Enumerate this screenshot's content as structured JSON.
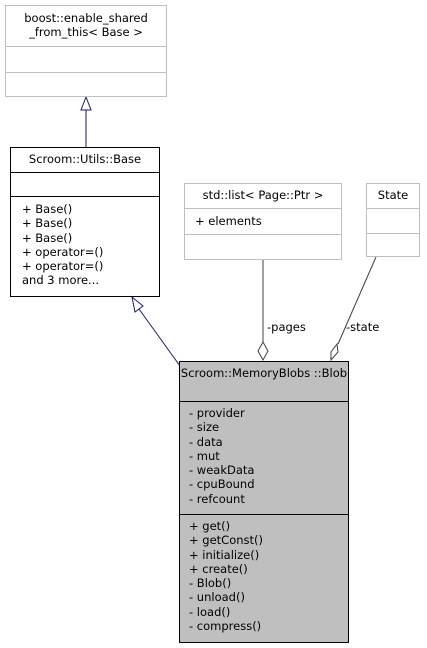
{
  "nodes": {
    "enable_shared": {
      "title": [
        "boost::enable_shared",
        "_from_this< Base >"
      ],
      "attributes": [],
      "operations": []
    },
    "utils_base": {
      "title": [
        "Scroom::Utils::Base"
      ],
      "attributes": [],
      "operations": [
        "+ Base()",
        "+ Base()",
        "+ Base()",
        "+ operator=()",
        "+ operator=()",
        "and 3 more..."
      ]
    },
    "std_list": {
      "title": [
        "std::list< Page::Ptr >"
      ],
      "attributes": [
        "+ elements"
      ],
      "operations": []
    },
    "state": {
      "title": [
        "State"
      ],
      "attributes": [],
      "operations": []
    },
    "blob": {
      "title": [
        "Scroom::MemoryBlobs",
        "::Blob"
      ],
      "attributes": [
        "- provider",
        "- size",
        "- data",
        "- mut",
        "- weakData",
        "- cpuBound",
        "- refcount"
      ],
      "operations": [
        "+ get()",
        "+ getConst()",
        "+ initialize()",
        "+ create()",
        "- Blob()",
        "- unload()",
        "- load()",
        "- compress()"
      ]
    }
  },
  "edge_labels": {
    "pages": "-pages",
    "state": "-state"
  },
  "colors": {
    "inheritance_edge": "#191970",
    "association_edge": "#404040",
    "focus_fill": "#bfbfbf",
    "external_border": "#bfbfbf"
  }
}
